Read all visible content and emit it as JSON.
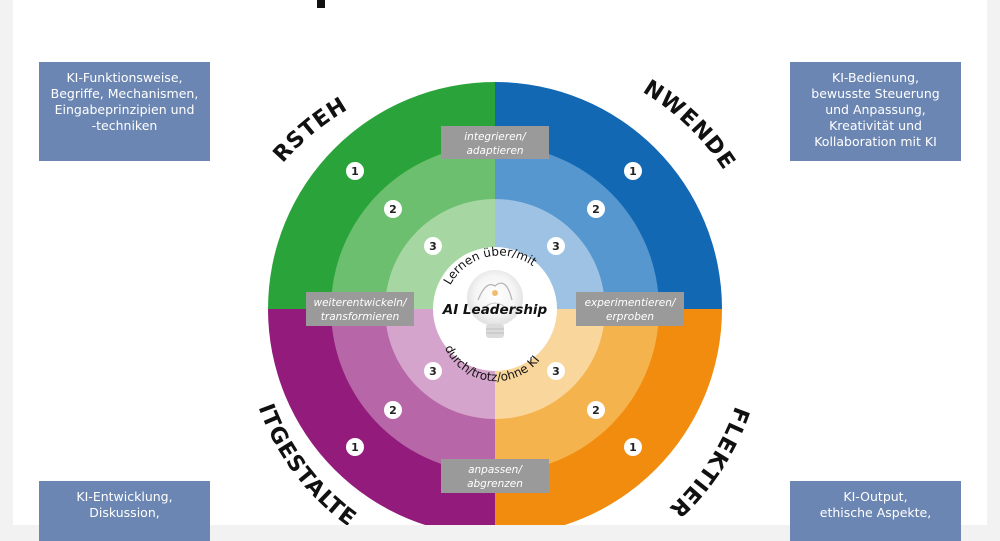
{
  "corner_boxes": {
    "top_left": [
      "KI-Funktionsweise,",
      "Begriffe, Mechanismen,",
      "Eingabeprinzipien und",
      "-techniken"
    ],
    "top_right": [
      "KI-Bedienung,",
      "bewusste Steuerung",
      "und Anpassung,",
      "Kreativität und",
      "Kollaboration mit KI"
    ],
    "bottom_left": [
      "KI-Entwicklung,",
      "Diskussion,"
    ],
    "bottom_right": [
      "KI-Output,",
      "ethische Aspekte,"
    ]
  },
  "quadrants": [
    {
      "name": "VERSTEHEN",
      "color_outer": "#2aa43a",
      "color_mid": "#6cbf6e",
      "color_inner": "#a6d7a2"
    },
    {
      "name": "ANWENDEN",
      "color_outer": "#1268b3",
      "color_mid": "#5697cf",
      "color_inner": "#9dc2e3"
    },
    {
      "name": "REFLEKTIEREN",
      "color_outer": "#f18c0f",
      "color_mid": "#f5b34e",
      "color_inner": "#f9d69b"
    },
    {
      "name": "MITGESTALTEN",
      "color_outer": "#921b7c",
      "color_mid": "#b766a7",
      "color_inner": "#d5a4cc"
    }
  ],
  "transition_labels": {
    "top": [
      "integrieren/",
      "adaptieren"
    ],
    "right": [
      "experimentieren/",
      "erproben"
    ],
    "bottom": [
      "anpassen/",
      "abgrenzen"
    ],
    "left": [
      "weiterentwickeln/",
      "transformieren"
    ]
  },
  "ring_numbers": [
    "1",
    "2",
    "3"
  ],
  "center": {
    "top_text": "Lernen über/mit",
    "title": "AI Leadership",
    "bottom_text": "durch/trotz/ohne KI"
  }
}
